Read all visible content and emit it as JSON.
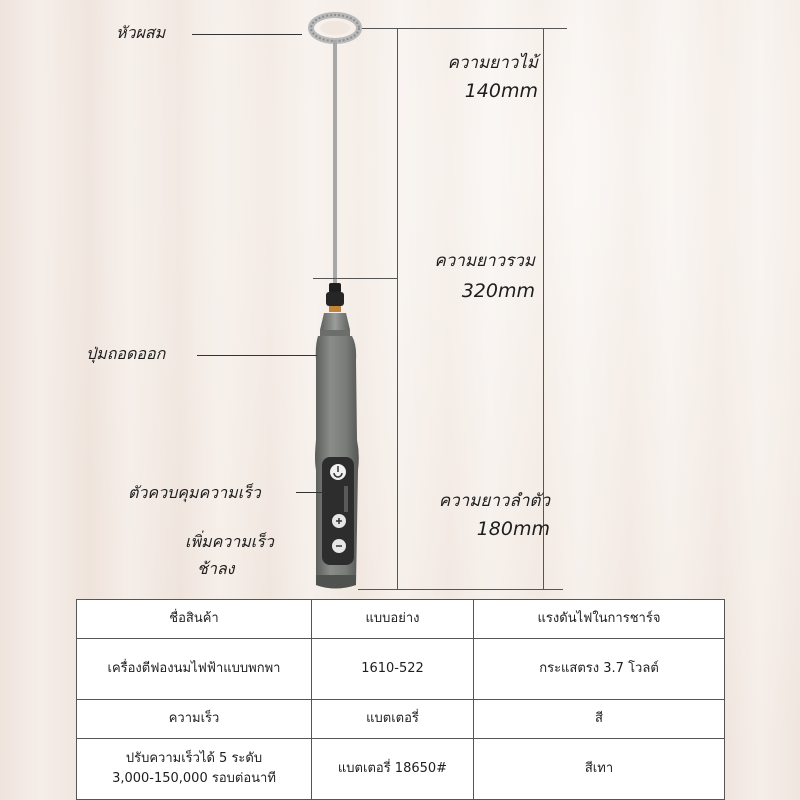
{
  "callouts": {
    "mixing_head": "หัวผสม",
    "release_button": "ปุ่มถอดออก",
    "speed_control": "ตัวควบคุมความเร็ว",
    "speed_up": "เพิ่มความเร็ว",
    "speed_down": "ช้าลง"
  },
  "measurements": {
    "rod_length_label": "ความยาวไม้",
    "rod_length_value": "140mm",
    "total_length_label": "ความยาวรวม",
    "total_length_value": "320mm",
    "body_length_label": "ความยาวลำตัว",
    "body_length_value": "180mm"
  },
  "spec_table": {
    "row1": [
      "ชื่อสินค้า",
      "แบบอย่าง",
      "แรงดันไฟในการชาร์จ"
    ],
    "row2": [
      "เครื่องตีฟองนมไฟฟ้าแบบพกพา",
      "1610-522",
      "กระแสตรง 3.7 โวลต์"
    ],
    "row3": [
      "ความเร็ว",
      "แบตเตอรี่",
      "สี"
    ],
    "row4": {
      "speed_lines": [
        "ปรับความเร็วได้ 5 ระดับ",
        "3,000-150,000 รอบต่อนาที"
      ],
      "battery": "แบตเตอรี่ 18650#",
      "color": "สีเทา"
    }
  },
  "colors": {
    "body_gray": "#7d7f7c",
    "body_dark": "#5f615e",
    "button_dark": "#2b2b2b",
    "background": "#f4ece6"
  }
}
